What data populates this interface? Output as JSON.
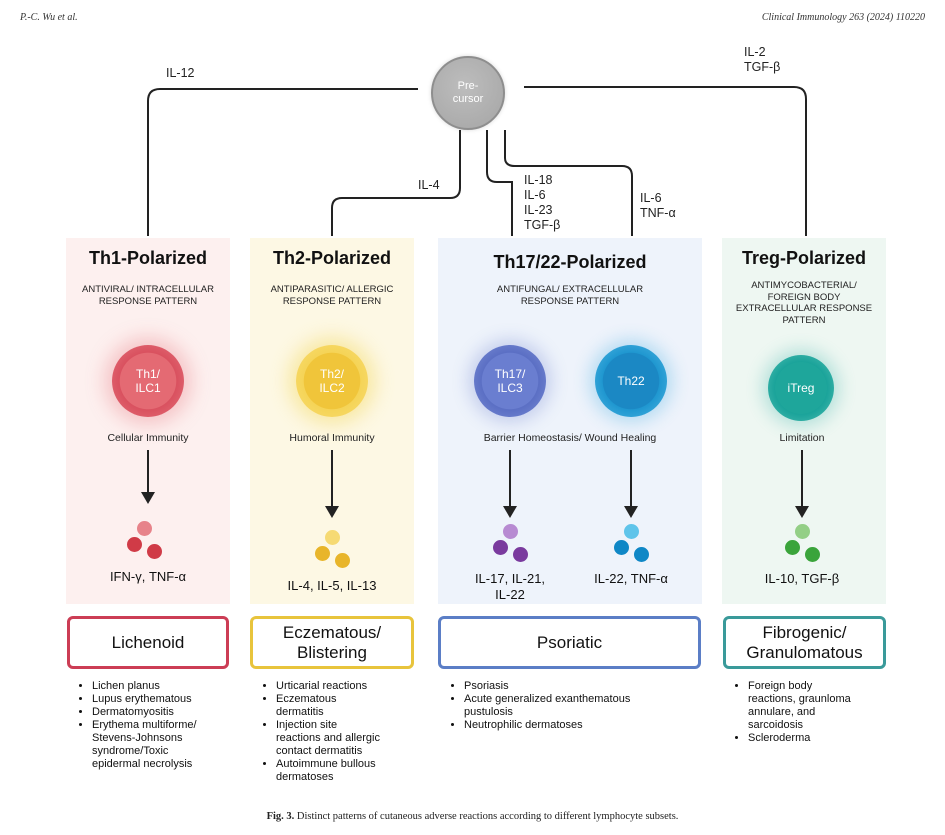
{
  "header": {
    "author": "P.-C. Wu et al.",
    "journal": "Clinical Immunology 263 (2024) 110220"
  },
  "precursor": {
    "label": "Pre-\ncursor"
  },
  "cytokine_signals": {
    "th1": "IL-12",
    "th2": "IL-4",
    "th17": "IL-18\nIL-6\nIL-23\nTGF-β",
    "th22": "IL-6\nTNF-α",
    "treg": "IL-2\nTGF-β"
  },
  "panels": [
    {
      "title": "Th1-Polarized",
      "subtitle": "ANTIVIRAL/ INTRACELLULAR\nRESPONSE PATTERN",
      "cells": [
        {
          "label": "Th1/\nILC1",
          "function": "Cellular Immunity",
          "cytokines": "IFN-γ, TNF-α",
          "color": "#d9515f"
        }
      ],
      "background": "#fdf0ef",
      "box": {
        "label": "Lichenoid",
        "border": "#cc3d55"
      },
      "items": [
        "Lichen planus",
        "Lupus erythematous",
        "Dermatomyositis",
        "Erythema multiforme/\nStevens-Johnsons\nsyndrome/Toxic\nepidermal necrolysis"
      ]
    },
    {
      "title": "Th2-Polarized",
      "subtitle": "ANTIPARASITIC/ ALLERGIC\nRESPONSE PATTERN",
      "cells": [
        {
          "label": "Th2/\nILC2",
          "function": "Humoral Immunity",
          "cytokines": "IL-4, IL-5, IL-13",
          "color": "#f2cd45"
        }
      ],
      "background": "#fdf8e4",
      "box": {
        "label": "Eczematous/\nBlistering",
        "border": "#e8c43c"
      },
      "items": [
        "Urticarial reactions",
        "Eczematous\ndermatitis",
        "Injection site\nreactions and allergic\ncontact dermatitis",
        "Autoimmune bullous\ndermatoses"
      ]
    },
    {
      "title": "Th17/22-Polarized",
      "subtitle": "ANTIFUNGAL/ EXTRACELLULAR\nRESPONSE PATTERN",
      "function": "Barrier Homeostasis/ Wound Healing",
      "cells": [
        {
          "label": "Th17/\nILC3",
          "cytokines": "IL-17, IL-21,\nIL-22",
          "color": "#5b6fc4"
        },
        {
          "label": "Th22",
          "cytokines": "IL-22, TNF-α",
          "color": "#1f97d0"
        }
      ],
      "background": "#eef3fb",
      "box": {
        "label": "Psoriatic",
        "border": "#5b7ec6"
      },
      "items": [
        "Psoriasis",
        "Acute generalized exanthematous\npustulosis",
        "Neutrophilic dermatoses"
      ]
    },
    {
      "title": "Treg-Polarized",
      "subtitle": "ANTIMYCOBACTERIAL/\nFOREIGN BODY\nEXTRACELLULAR RESPONSE\nPATTERN",
      "cells": [
        {
          "label": "iTreg",
          "function": "Limitation",
          "cytokines": "IL-10, TGF-β",
          "color": "#1aa39a"
        }
      ],
      "background": "#eef7f2",
      "box": {
        "label": "Fibrogenic/\nGranulomatous",
        "border": "#3a9a9a"
      },
      "items": [
        "Foreign body\nreactions, graunloma\nannulare, and\nsarcoidosis",
        "Scleroderma"
      ]
    }
  ],
  "dot_colors": {
    "th1": [
      "#e7838a",
      "#d03b47",
      "#d03b47"
    ],
    "th2": [
      "#f6da73",
      "#e8b52a",
      "#e8b52a"
    ],
    "th17": [
      "#b78ad2",
      "#7a3a9e",
      "#7a3a9e"
    ],
    "th22": [
      "#5fc4ea",
      "#0f87c6",
      "#0f87c6"
    ],
    "treg": [
      "#93cf86",
      "#3aa43b",
      "#3aa43b"
    ]
  },
  "caption": {
    "fig": "Fig. 3.",
    "text": "Distinct patterns of cutaneous adverse reactions according to different lymphocyte subsets."
  }
}
